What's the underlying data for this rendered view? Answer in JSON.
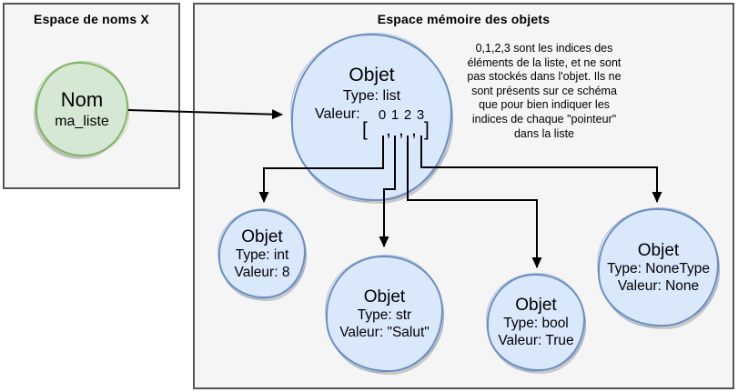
{
  "left_panel": {
    "title": "Espace de noms X",
    "name_circle": {
      "label": "Nom",
      "value": "ma_liste"
    }
  },
  "right_panel": {
    "title": "Espace mémoire des objets",
    "note": "0,1,2,3 sont les indices des\néléments de la liste, et ne sont\npas stockés dans l'objet. Ils ne\nsont présents sur ce schéma\nque pour bien indiquer les\nindices de chaque \"pointeur\"\ndans la liste",
    "list_object": {
      "title": "Objet",
      "type_line": "Type: list",
      "value_label": "Valeur:",
      "indices": [
        "0",
        "1",
        "2",
        "3"
      ],
      "bracket_open": "[",
      "comma": ",",
      "bracket_close": "]"
    },
    "objects": [
      {
        "title": "Objet",
        "type_line": "Type: int",
        "value_line": "Valeur: 8"
      },
      {
        "title": "Objet",
        "type_line": "Type: str",
        "value_line": "Valeur: \"Salut\""
      },
      {
        "title": "Objet",
        "type_line": "Type: bool",
        "value_line": "Valeur: True"
      },
      {
        "title": "Objet",
        "type_line": "Type: NoneType",
        "value_line": "Valeur: None"
      }
    ]
  },
  "colors": {
    "object_fill": "#dae8fc",
    "object_stroke": "#6c8ebf",
    "name_fill": "#d5e8d4",
    "name_stroke": "#82b366",
    "panel_fill": "#f5f5f5",
    "panel_border": "#565656",
    "arrow": "#000000"
  }
}
